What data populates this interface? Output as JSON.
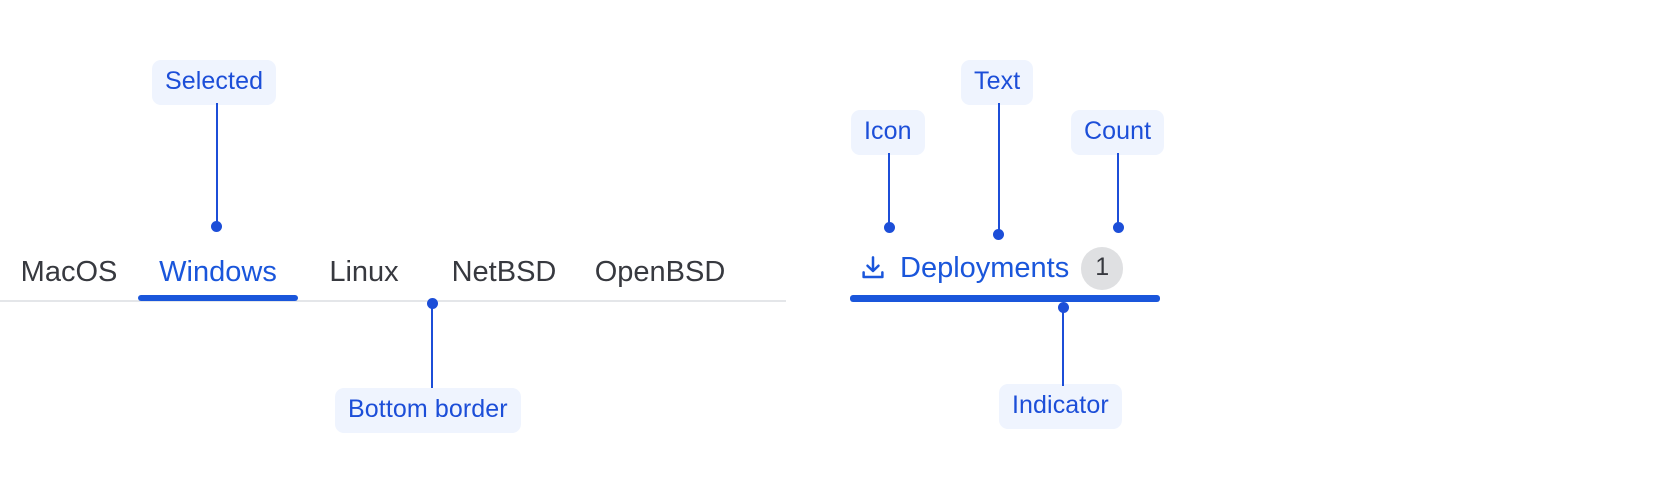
{
  "theme": {
    "accent_blue": "#1a56db",
    "annotation_blue": "#1c4ed8",
    "annotation_badge_bg": "#eff4fe",
    "tab_text_gray": "#37393f",
    "bottom_border_gray": "#e4e6e9",
    "count_pill_bg": "#dfe0e2",
    "page_bg": "#ffffff"
  },
  "basic_tabs": {
    "name": "operating-system-tabs",
    "selected_index": 1,
    "items": [
      {
        "label": "MacOS",
        "selected": false
      },
      {
        "label": "Windows",
        "selected": true
      },
      {
        "label": "Linux",
        "selected": false
      },
      {
        "label": "NetBSD",
        "selected": false
      },
      {
        "label": "OpenBSD",
        "selected": false
      }
    ]
  },
  "rich_tab": {
    "icon_name": "download-icon",
    "label": "Deployments",
    "count": "1",
    "selected": true
  },
  "annotations": [
    {
      "key": "selected",
      "label": "Selected"
    },
    {
      "key": "bottom_border",
      "label": "Bottom border"
    },
    {
      "key": "icon",
      "label": "Icon"
    },
    {
      "key": "text",
      "label": "Text"
    },
    {
      "key": "count",
      "label": "Count"
    },
    {
      "key": "indicator",
      "label": "Indicator"
    }
  ]
}
